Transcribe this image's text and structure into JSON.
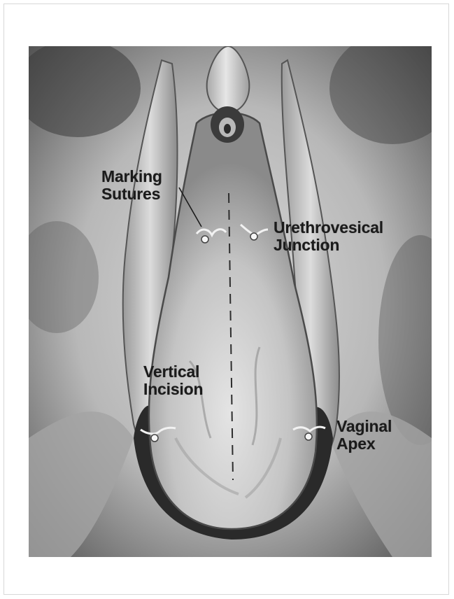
{
  "labels": {
    "marking_sutures": [
      "Marking",
      "Sutures"
    ],
    "urethrovesical_junction": [
      "Urethrovesical",
      "Junction"
    ],
    "vertical_incision": [
      "Vertical",
      "Incision"
    ],
    "vaginal_apex": [
      "Vaginal",
      "Apex"
    ]
  }
}
